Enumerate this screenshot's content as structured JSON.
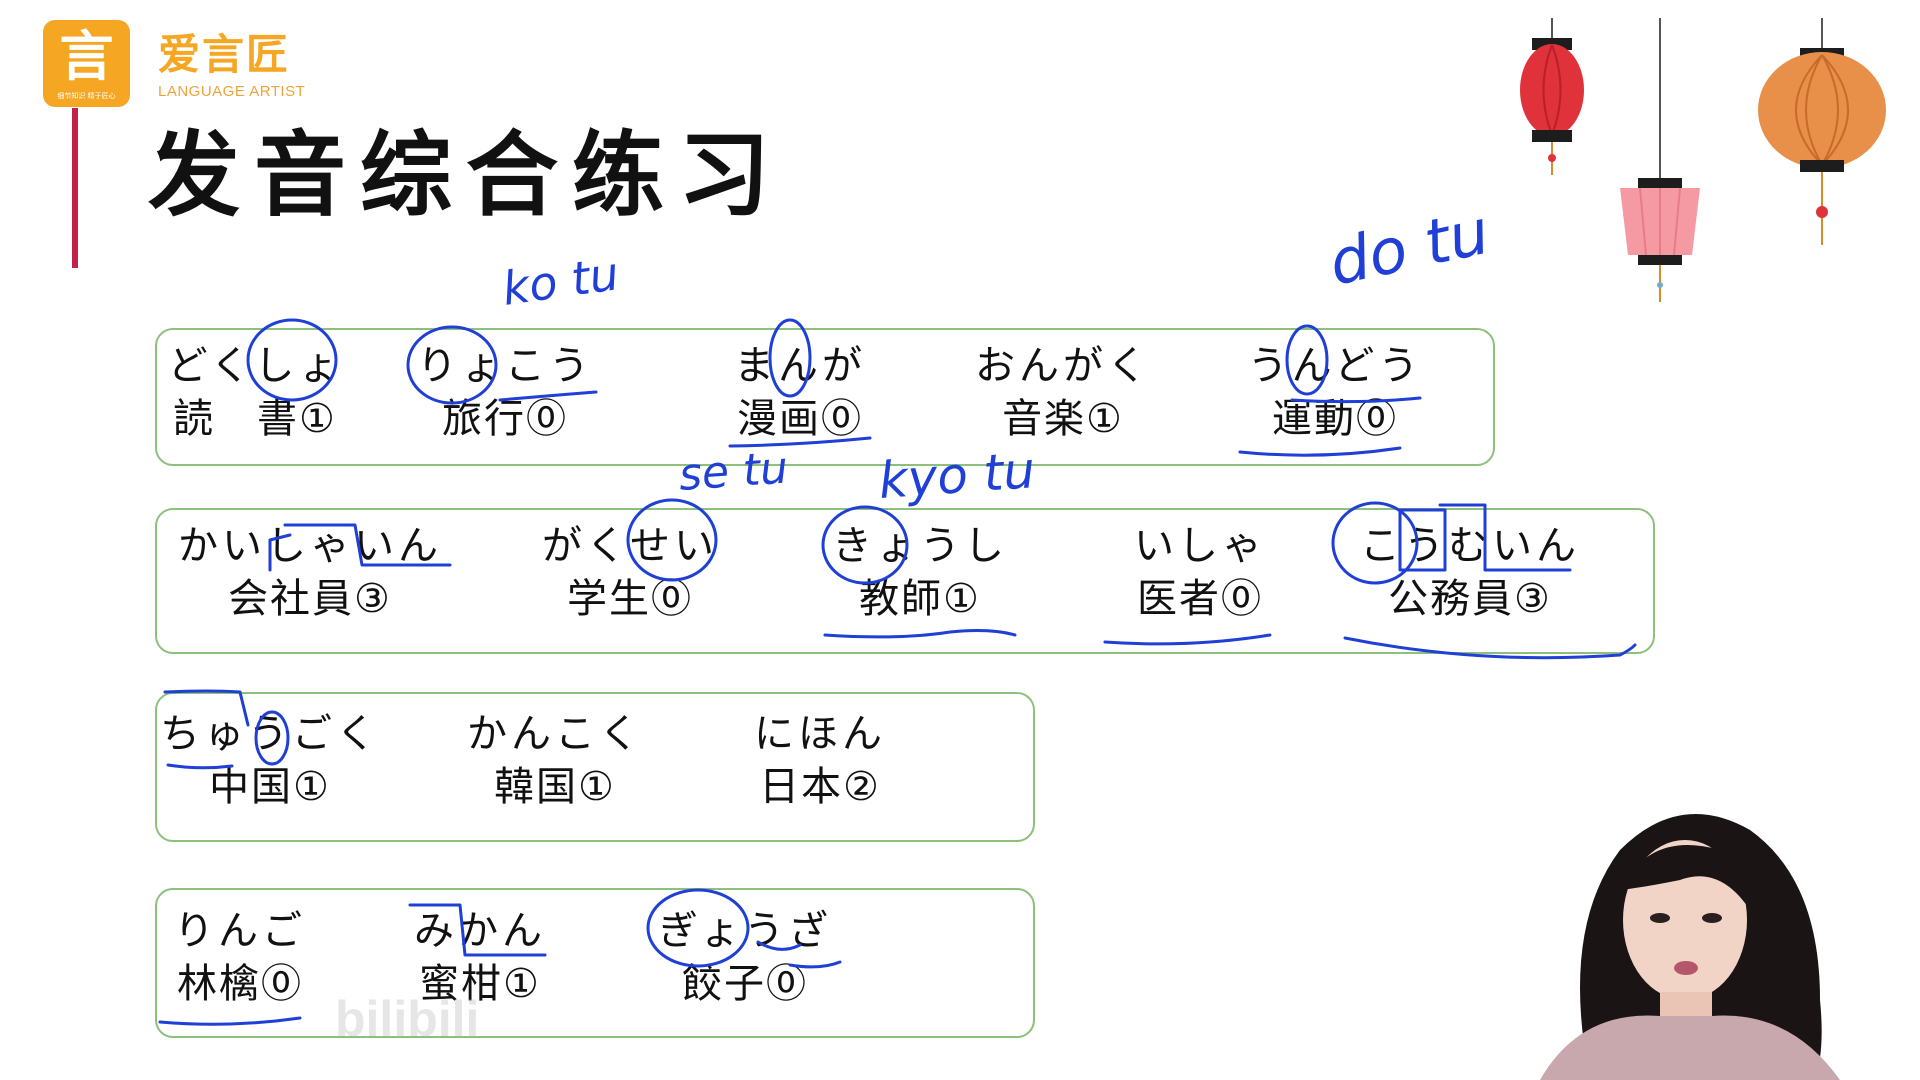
{
  "brand": {
    "icon_glyph": "言",
    "name_cn": "爱言匠",
    "name_en": "LANGUAGE ARTIST",
    "tagline": "细节知识 精于匠心",
    "color": "#f5a623"
  },
  "title": "发音综合练习",
  "groups": [
    {
      "words": [
        {
          "kana": "どくしょ",
          "kanji": "読　書①"
        },
        {
          "kana": "りょこう",
          "kanji": "旅行⓪"
        },
        {
          "kana": "まんが",
          "kanji": "漫画⓪"
        },
        {
          "kana": "おんがく",
          "kanji": "音楽①"
        },
        {
          "kana": "うんどう",
          "kanji": "運動⓪"
        }
      ]
    },
    {
      "words": [
        {
          "kana": "かいしゃいん",
          "kanji": "会社員③"
        },
        {
          "kana": "がくせい",
          "kanji": "学生⓪"
        },
        {
          "kana": "きょうし",
          "kanji": "教師①"
        },
        {
          "kana": "いしゃ",
          "kanji": "医者⓪"
        },
        {
          "kana": "こうむいん",
          "kanji": "公務員③"
        }
      ]
    },
    {
      "words": [
        {
          "kana": "ちゅうごく",
          "kanji": "中国①"
        },
        {
          "kana": "かんこく",
          "kanji": "韓国①"
        },
        {
          "kana": "にほん",
          "kanji": "日本②"
        }
      ]
    },
    {
      "words": [
        {
          "kana": "りんご",
          "kanji": "林檎⓪"
        },
        {
          "kana": "みかん",
          "kanji": "蜜柑①"
        },
        {
          "kana": "ぎょうざ",
          "kanji": "餃子⓪"
        }
      ]
    }
  ],
  "handwritten_notes": [
    "ko tu",
    "do tu",
    "se tu",
    "kyo tu"
  ],
  "watermark": "bilibili",
  "annotation_color": "#1f3fd6",
  "box_border_color": "#8dc07a",
  "accent_color": "#c2224a"
}
